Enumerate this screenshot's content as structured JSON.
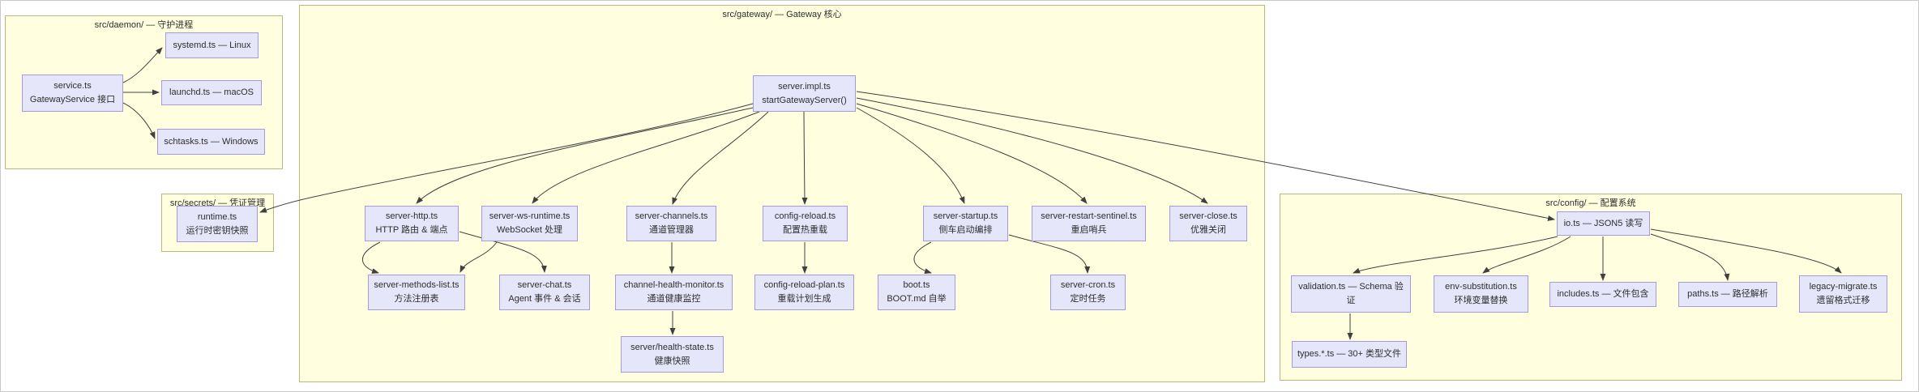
{
  "diagram": {
    "clusters": {
      "daemon": {
        "title": "src/daemon/ — 守护进程"
      },
      "secrets": {
        "title": "src/secrets/ — 凭证管理"
      },
      "gateway": {
        "title": "src/gateway/ — Gateway 核心"
      },
      "config": {
        "title": "src/config/ — 配置系统"
      }
    },
    "nodes": {
      "service": {
        "line1": "service.ts",
        "line2": "GatewayService 接口"
      },
      "systemd": {
        "line1": "systemd.ts — Linux"
      },
      "launchd": {
        "line1": "launchd.ts — macOS"
      },
      "schtasks": {
        "line1": "schtasks.ts — Windows"
      },
      "runtime": {
        "line1": "runtime.ts",
        "line2": "运行时密钥快照"
      },
      "impl": {
        "line1": "server.impl.ts",
        "line2": "startGatewayServer()"
      },
      "http": {
        "line1": "server-http.ts",
        "line2": "HTTP 路由 & 端点"
      },
      "ws": {
        "line1": "server-ws-runtime.ts",
        "line2": "WebSocket 处理"
      },
      "channels": {
        "line1": "server-channels.ts",
        "line2": "通道管理器"
      },
      "reload": {
        "line1": "config-reload.ts",
        "line2": "配置热重载"
      },
      "startup": {
        "line1": "server-startup.ts",
        "line2": "侧车启动编排"
      },
      "sentinel": {
        "line1": "server-restart-sentinel.ts",
        "line2": "重启哨兵"
      },
      "close": {
        "line1": "server-close.ts",
        "line2": "优雅关闭"
      },
      "methods": {
        "line1": "server-methods-list.ts",
        "line2": "方法注册表"
      },
      "chat": {
        "line1": "server-chat.ts",
        "line2": "Agent 事件 & 会话"
      },
      "monitor": {
        "line1": "channel-health-monitor.ts",
        "line2": "通道健康监控"
      },
      "reloadplan": {
        "line1": "config-reload-plan.ts",
        "line2": "重载计划生成"
      },
      "boot": {
        "line1": "boot.ts",
        "line2": "BOOT.md 自举"
      },
      "cron": {
        "line1": "server-cron.ts",
        "line2": "定时任务"
      },
      "healthstate": {
        "line1": "server/health-state.ts",
        "line2": "健康快照"
      },
      "io": {
        "line1": "io.ts — JSON5 读写"
      },
      "validation": {
        "line1": "validation.ts — Schema 验证"
      },
      "env": {
        "line1": "env-substitution.ts",
        "line2": "环境变量替换"
      },
      "includes": {
        "line1": "includes.ts — 文件包含"
      },
      "paths": {
        "line1": "paths.ts — 路径解析"
      },
      "legacy": {
        "line1": "legacy-migrate.ts",
        "line2": "遗留格式迁移"
      },
      "types": {
        "line1": "types.*.ts — 30+ 类型文件"
      }
    },
    "edges": [
      {
        "from": "service",
        "to": "systemd"
      },
      {
        "from": "service",
        "to": "launchd"
      },
      {
        "from": "service",
        "to": "schtasks"
      },
      {
        "from": "impl",
        "to": "runtime"
      },
      {
        "from": "impl",
        "to": "io"
      },
      {
        "from": "impl",
        "to": "http"
      },
      {
        "from": "impl",
        "to": "ws"
      },
      {
        "from": "impl",
        "to": "channels"
      },
      {
        "from": "impl",
        "to": "reload"
      },
      {
        "from": "impl",
        "to": "startup"
      },
      {
        "from": "impl",
        "to": "sentinel"
      },
      {
        "from": "impl",
        "to": "close"
      },
      {
        "from": "http",
        "to": "methods"
      },
      {
        "from": "http",
        "to": "chat"
      },
      {
        "from": "ws",
        "to": "methods"
      },
      {
        "from": "channels",
        "to": "monitor"
      },
      {
        "from": "reload",
        "to": "reloadplan"
      },
      {
        "from": "startup",
        "to": "boot"
      },
      {
        "from": "startup",
        "to": "cron"
      },
      {
        "from": "monitor",
        "to": "healthstate"
      },
      {
        "from": "io",
        "to": "validation"
      },
      {
        "from": "io",
        "to": "env"
      },
      {
        "from": "io",
        "to": "includes"
      },
      {
        "from": "io",
        "to": "paths"
      },
      {
        "from": "io",
        "to": "legacy"
      },
      {
        "from": "validation",
        "to": "types"
      }
    ],
    "colors": {
      "cluster_fill": "#ffffe0",
      "cluster_border": "#b9b97e",
      "node_fill": "#e6e6fa",
      "node_border": "#a49ade",
      "edge": "#404040",
      "text": "#2e2e2e"
    }
  }
}
